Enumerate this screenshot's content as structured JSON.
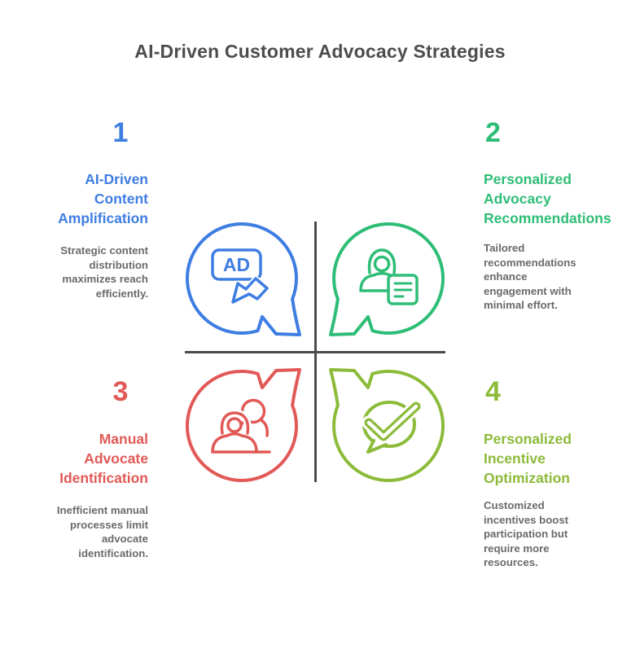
{
  "title": "AI-Driven Customer Advocacy Strategies",
  "colors": {
    "blue": "#3e7de2",
    "green": "#2ebd76",
    "red": "#e15956",
    "lime": "#8cbb3a",
    "heading_gray": "#4d4d4d",
    "body_gray": "#6a6a6a",
    "divider_gray": "#4a4a4a",
    "background": "#ffffff"
  },
  "icons": {
    "ad_label": "AD",
    "quadrant_1": "ad-click-speech-bubble",
    "quadrant_2": "person-recommendation-note-speech-bubble",
    "quadrant_3": "advocate-search-people-speech-bubble",
    "quadrant_4": "checkmark-chat-speech-bubble"
  },
  "quadrants": [
    {
      "number": "1",
      "title": "AI-Driven\nContent\nAmplification",
      "description": "Strategic content\ndistribution\nmaximizes reach\nefficiently.",
      "color": "#3e7de2"
    },
    {
      "number": "2",
      "title": "Personalized\nAdvocacy\nRecommendations",
      "description": "Tailored\nrecommendations\nenhance\nengagement with\nminimal effort.",
      "color": "#2ebd76"
    },
    {
      "number": "3",
      "title": "Manual\nAdvocate\nIdentification",
      "description": "Inefficient manual\nprocesses limit\nadvocate\nidentification.",
      "color": "#e15956"
    },
    {
      "number": "4",
      "title": "Personalized\nIncentive\nOptimization",
      "description": "Customized\nincentives boost\nparticipation but\nrequire more\nresources.",
      "color": "#8cbb3a"
    }
  ]
}
